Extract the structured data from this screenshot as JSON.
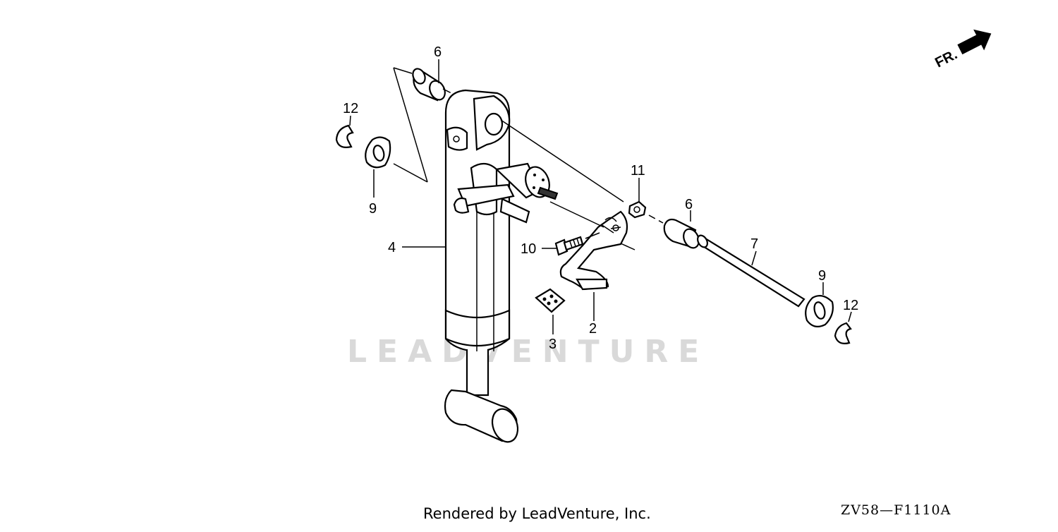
{
  "diagram": {
    "callouts": [
      {
        "id": "c6a",
        "label": "6"
      },
      {
        "id": "c12a",
        "label": "12"
      },
      {
        "id": "c9a",
        "label": "9"
      },
      {
        "id": "c4",
        "label": "4"
      },
      {
        "id": "c11",
        "label": "11"
      },
      {
        "id": "c10",
        "label": "10"
      },
      {
        "id": "c6b",
        "label": "6"
      },
      {
        "id": "c7",
        "label": "7"
      },
      {
        "id": "c9b",
        "label": "9"
      },
      {
        "id": "c12b",
        "label": "12"
      },
      {
        "id": "c3",
        "label": "3"
      },
      {
        "id": "c2",
        "label": "2"
      }
    ],
    "direction_label": "FR.",
    "watermark": "LEADVENTURE",
    "credit": "Rendered by LeadVenture, Inc.",
    "drawing_code": "ZV58—F1110A"
  }
}
